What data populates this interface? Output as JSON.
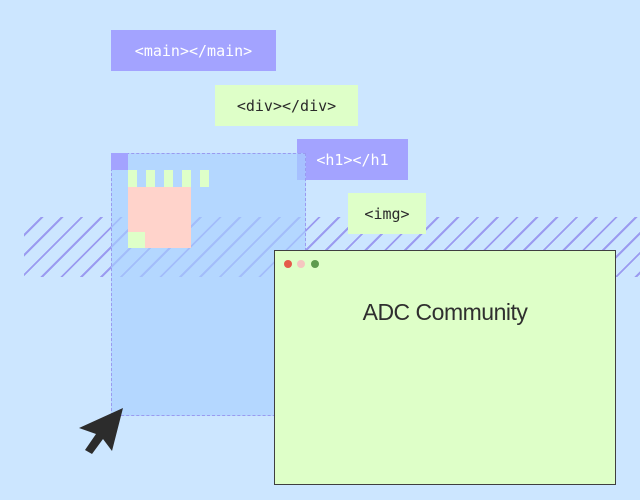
{
  "tags": {
    "main": "<main></main>",
    "div": "<div></div>",
    "h1": "<h1></h1",
    "img": "<img>"
  },
  "browser": {
    "title": "ADC Community"
  },
  "colors": {
    "background": "#cce6ff",
    "purple": "#a3a3ff",
    "green": "#deffc8",
    "pink": "#ffd3cb",
    "selection": "#a8d0ff",
    "outline": "#3f3f3f"
  },
  "icons": {
    "cursor": "mouse-pointer-icon",
    "window_dots": [
      "close-dot-icon",
      "minimize-dot-icon",
      "maximize-dot-icon"
    ]
  }
}
